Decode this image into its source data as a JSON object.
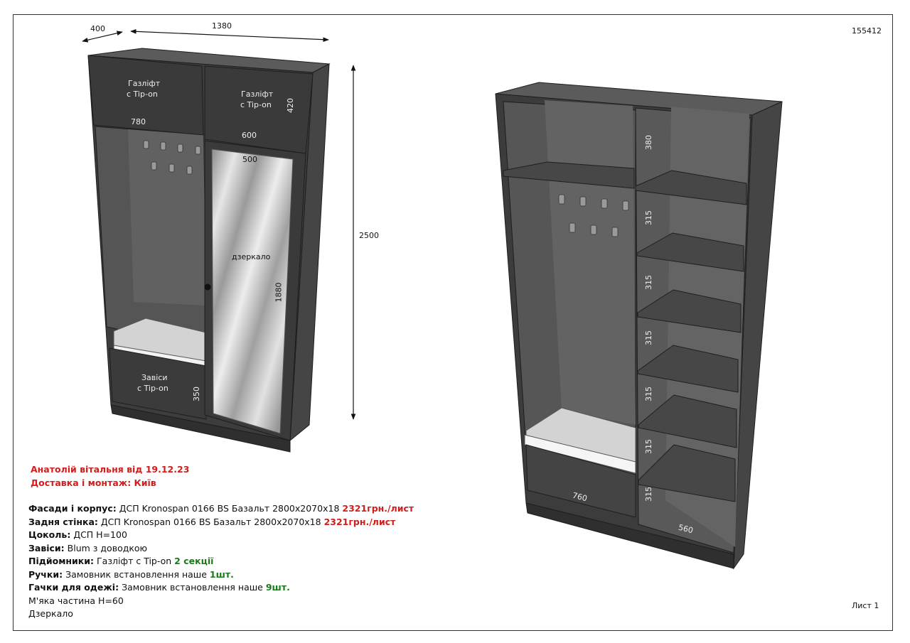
{
  "order_number": "155412",
  "sheet_label": "Лист 1",
  "left_view": {
    "dim_depth": "400",
    "dim_width": "1380",
    "dim_height": "2500",
    "dim_top_door": "420",
    "dim_left_top_width": "780",
    "dim_right_top_width": "600",
    "dim_mirror_width": "500",
    "dim_mirror_height": "1880",
    "dim_bottom_door": "350",
    "gaslift_left": [
      "Газліфт",
      "с Tip-on"
    ],
    "gaslift_right": [
      "Газліфт",
      "с Tip-on"
    ],
    "hinges_label": [
      "Завіси",
      "с Tip-on"
    ],
    "mirror_label": "дзеркало"
  },
  "right_view": {
    "shelf_heights": [
      "380",
      "315",
      "315",
      "315",
      "315",
      "315",
      "315"
    ],
    "bottom_left_width": "760",
    "bottom_right_width": "560"
  },
  "notes": {
    "title": "Анатолій вітальня від 19.12.23",
    "delivery": "Доставка і монтаж: Київ",
    "facades_key": "Фасади і корпус:",
    "facades_val": "ДСП Kronospan 0166 BS Базальт 2800х2070х18",
    "facades_price": "2321грн./лист",
    "back_key": "Задня стінка:",
    "back_val": "ДСП Kronospan 0166 BS Базальт 2800х2070х18",
    "back_price": "2321грн./лист",
    "plinth_key": "Цоколь:",
    "plinth_val": "ДСП Н=100",
    "hinges_key": "Завіси:",
    "hinges_val": "Blum з доводкою",
    "lifts_key": "Підйомники:",
    "lifts_val": "Газліфт с Tip-on",
    "lifts_extra": "2 секції",
    "handles_key": "Ручки:",
    "handles_val": "Замовник встановлення наше",
    "handles_extra": "1шт.",
    "hooks_key": "Гачки для одежі:",
    "hooks_val": "Замовник встановлення наше",
    "hooks_extra": "9шт.",
    "soft_part": "М'яка частина Н=60",
    "mirror": "Дзеркало"
  },
  "colors": {
    "cabinet_front": "#3b3b3b",
    "cabinet_side": "#4a4a4a",
    "cabinet_interior": "#5a5a5a",
    "mirror": "#c8c8c8",
    "accent_red": "#d21d1d",
    "accent_green": "#1a7a1a"
  }
}
